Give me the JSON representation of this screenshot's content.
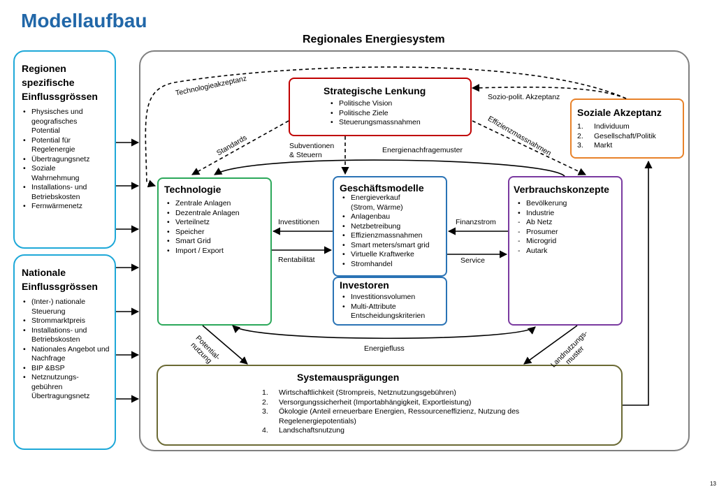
{
  "page_title": "Modellaufbau",
  "system_title": "Regionales Energiesystem",
  "page_number": "13",
  "regional_box": {
    "heading": [
      "Regionen",
      "spezifische",
      "Einflussgrössen"
    ],
    "items": [
      "Physisches und geografisches Potential",
      "Potential für Regelenergie",
      "Übertragungsnetz",
      "Soziale Wahrnehmung",
      "Installations- und Betriebskosten",
      "Fernwärmenetz"
    ]
  },
  "national_box": {
    "heading": [
      "Nationale",
      "Einflussgrössen"
    ],
    "items": [
      "(Inter-) nationale Steuerung",
      "Strommarktpreis",
      "Installations- und Betriebskosten",
      "Nationales Angebot und Nachfrage",
      "BIP &BSP",
      "Netznutzungs-gebühren Übertragungsnetz"
    ]
  },
  "strategic": {
    "heading": "Strategische Lenkung",
    "items": [
      "Politische Vision",
      "Politische Ziele",
      "Steuerungsmassnahmen"
    ]
  },
  "social": {
    "heading": "Soziale Akzeptanz",
    "items": [
      {
        "num": "1.",
        "text": "Individuum"
      },
      {
        "num": "2.",
        "text": "Gesellschaft/Politik"
      },
      {
        "num": "3.",
        "text": "Markt"
      }
    ]
  },
  "technology": {
    "heading": "Technologie",
    "items": [
      "Zentrale Anlagen",
      "Dezentrale Anlagen",
      "Verteilnetz",
      "Speicher",
      "Smart Grid",
      "Import / Export"
    ]
  },
  "business": {
    "heading": "Geschäftsmodelle",
    "items": [
      "Energieverkauf (Strom, Wärme)",
      "Anlagenbau",
      "Netzbetreibung",
      "Effizienzmassnahmen",
      "Smart meters/smart grid",
      "Virtuelle Kraftwerke",
      "Stromhandel"
    ]
  },
  "investors": {
    "heading": "Investoren",
    "items": [
      "Investitionsvolumen",
      "Multi-Attribute Entscheidungskriterien"
    ]
  },
  "consumption": {
    "heading": "Verbrauchskonzepte",
    "bullets": [
      "Bevölkerung",
      "Industrie"
    ],
    "dashes": [
      "Ab Netz",
      "Prosumer",
      "Microgrid",
      "Autark"
    ]
  },
  "system": {
    "heading": "Systemausprägungen",
    "items": [
      {
        "num": "1.",
        "text": "Wirtschaftlichkeit (Strompreis, Netznutzungsgebühren)"
      },
      {
        "num": "2.",
        "text": "Versorgungssicherheit (Importabhängigkeit, Exportleistung)"
      },
      {
        "num": "3.",
        "text": "Ökologie (Anteil erneuerbare Energien, Ressourceneffizienz, Nutzung des Regelenergiepotentials)"
      },
      {
        "num": "4.",
        "text": "Landschaftsnutzung"
      }
    ]
  },
  "labels": {
    "technologieakzeptanz": "Technologieakzeptanz",
    "sozio": "Sozio-polit. Akzeptanz",
    "standards": "Standards",
    "subventionen_1": "Subventionen",
    "subventionen_2": "& Steuern",
    "effizienz": "Effizienzmassnahmen",
    "energienachfrage": "Energienachfragemuster",
    "investitionen": "Investitionen",
    "rentabilitaet": "Rentabilität",
    "finanzstrom": "Finanzstrom",
    "service": "Service",
    "energiefluss": "Energiefluss",
    "potential_1": "Potential-",
    "potential_2": "nutzung",
    "landnutzung_1": "Landnutzungs-",
    "landnutzung_2": "muster"
  },
  "colors": {
    "title": "#2167a8",
    "cyan": "#1ea8d8",
    "red": "#c00000",
    "orange": "#e8822a",
    "green": "#2ca85a",
    "blue": "#2a73b5",
    "purple": "#7a3aa0",
    "olive": "#6b6a34",
    "gray": "#7f7f7f"
  }
}
